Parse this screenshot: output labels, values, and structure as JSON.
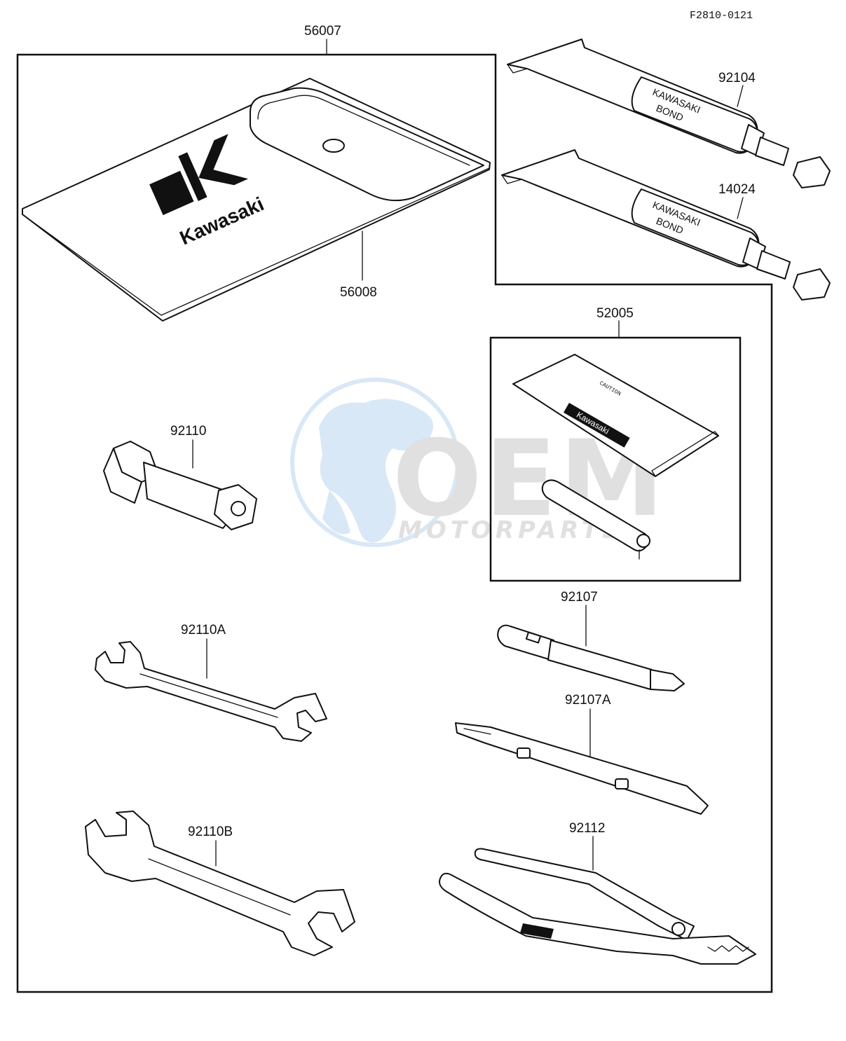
{
  "diagram_code": "F2810-0121",
  "parts": {
    "p56007": "56007",
    "p56008": "56008",
    "p92104": "92104",
    "p14024": "14024",
    "p52005": "52005",
    "p92110": "92110",
    "p92110a": "92110A",
    "p92110b": "92110B",
    "p92107": "92107",
    "p92107a": "92107A",
    "p92112": "92112"
  },
  "pouch_logo": "Kawasaki",
  "tube_text": {
    "line1": "KAWASAKI",
    "line2": "BOND"
  },
  "kit_card": {
    "caution": "CAUTION",
    "logo": "Kawasaki"
  },
  "watermark": {
    "brand": "OEM",
    "tagline": "MOTORPARTS"
  }
}
